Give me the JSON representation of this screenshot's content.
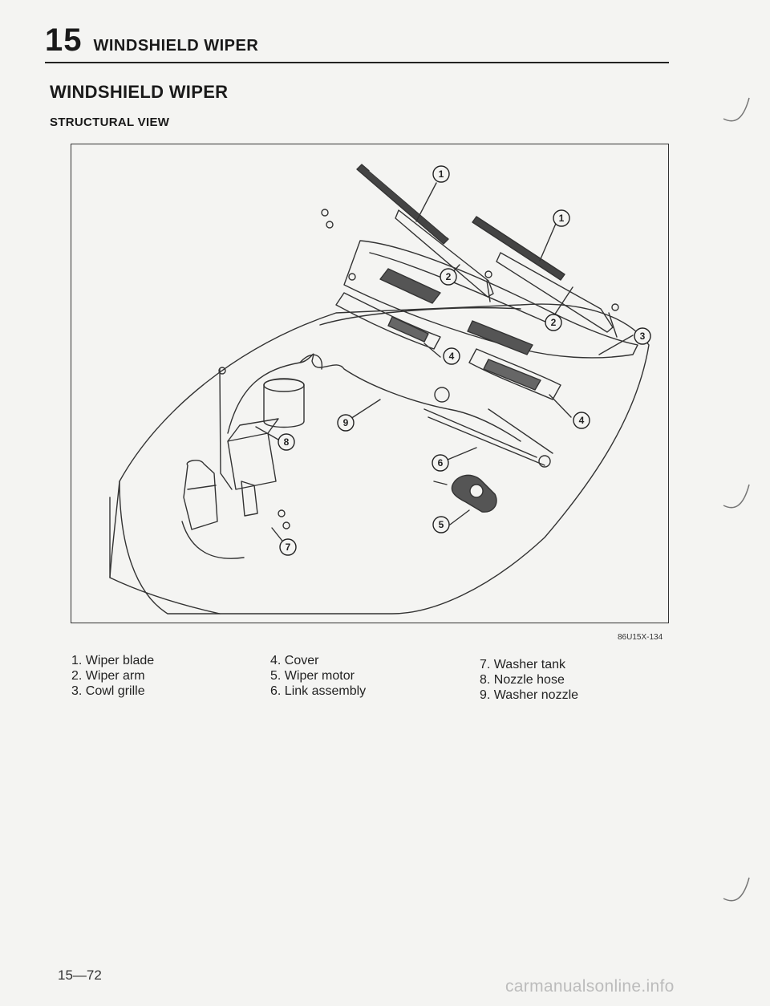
{
  "header": {
    "section_number": "15",
    "section_title": "WINDSHIELD WIPER"
  },
  "title": "WINDSHIELD WIPER",
  "subtitle": "STRUCTURAL VIEW",
  "figure": {
    "code": "86U15X-134",
    "callouts": [
      "1",
      "1",
      "2",
      "2",
      "3",
      "4",
      "4",
      "5",
      "6",
      "7",
      "8",
      "9"
    ]
  },
  "legend": {
    "col1": [
      "1. Wiper blade",
      "2. Wiper arm",
      "3. Cowl grille"
    ],
    "col2": [
      "4. Cover",
      "5. Wiper motor",
      "6. Link assembly"
    ],
    "col3": [
      "7. Washer tank",
      "8. Nozzle hose",
      "9. Washer nozzle"
    ]
  },
  "footer": {
    "page_number": "15—72",
    "watermark": "carmanualsonline.info"
  }
}
